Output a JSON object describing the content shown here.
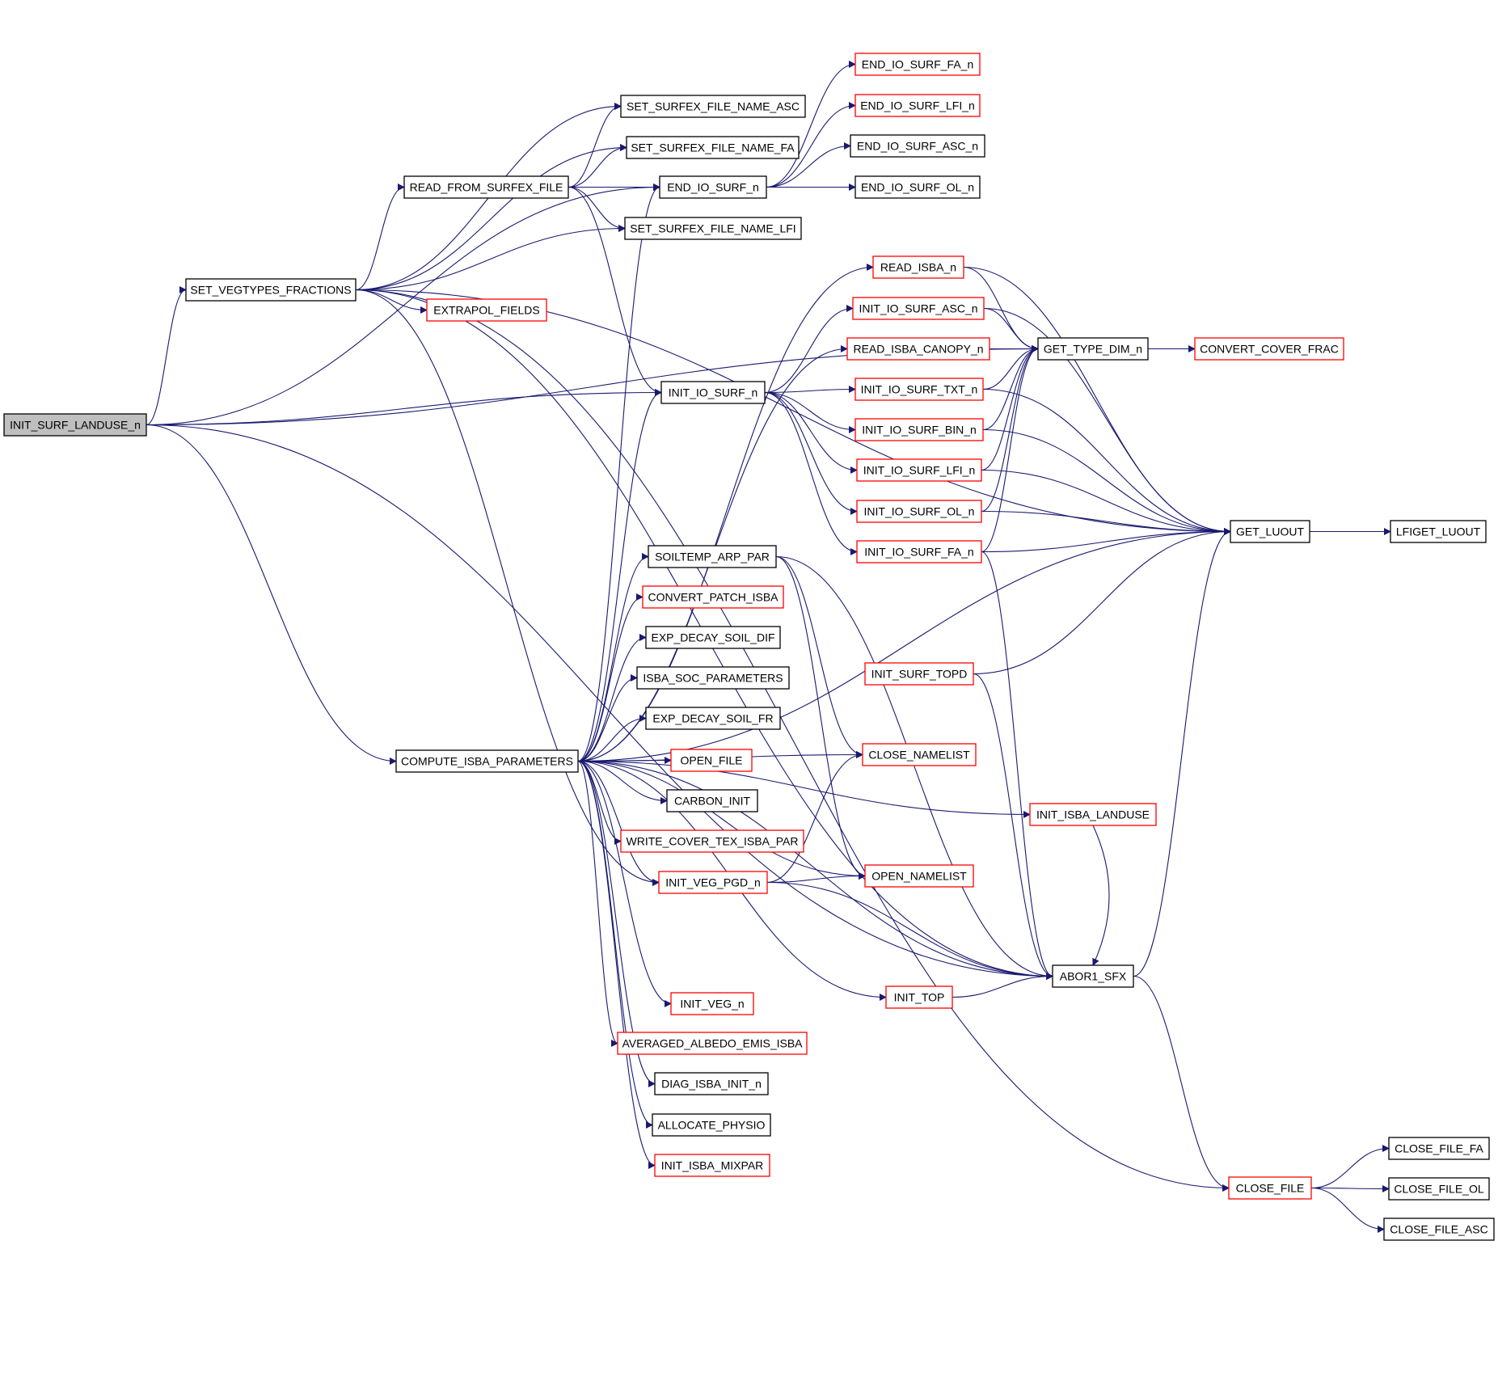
{
  "colors": {
    "edge": "#191970",
    "node_border_documented": "#000000",
    "node_border_undocumented": "#ff0000",
    "root_fill": "#bfbfbf",
    "node_fill": "#ffffff"
  },
  "root": "INIT_SURF_LANDUSE_n",
  "nodes": {
    "init_surf_landuse": {
      "label": "INIT_SURF_LANDUSE_n",
      "border": "black",
      "root": true
    },
    "set_vegtypes": {
      "label": "SET_VEGTYPES_FRACTIONS",
      "border": "black"
    },
    "compute_isba": {
      "label": "COMPUTE_ISBA_PARAMETERS",
      "border": "black"
    },
    "read_from_surfex": {
      "label": "READ_FROM_SURFEX_FILE",
      "border": "black"
    },
    "extrapol": {
      "label": "EXTRAPOL_FIELDS",
      "border": "red"
    },
    "set_name_asc": {
      "label": "SET_SURFEX_FILE_NAME_ASC",
      "border": "black"
    },
    "set_name_fa": {
      "label": "SET_SURFEX_FILE_NAME_FA",
      "border": "black"
    },
    "end_io": {
      "label": "END_IO_SURF_n",
      "border": "black"
    },
    "set_name_lfi": {
      "label": "SET_SURFEX_FILE_NAME_LFI",
      "border": "black"
    },
    "init_io": {
      "label": "INIT_IO_SURF_n",
      "border": "black"
    },
    "soiltemp": {
      "label": "SOILTEMP_ARP_PAR",
      "border": "black"
    },
    "convert_patch": {
      "label": "CONVERT_PATCH_ISBA",
      "border": "red"
    },
    "exp_decay_dif": {
      "label": "EXP_DECAY_SOIL_DIF",
      "border": "black"
    },
    "isba_soc": {
      "label": "ISBA_SOC_PARAMETERS",
      "border": "black"
    },
    "exp_decay_fr": {
      "label": "EXP_DECAY_SOIL_FR",
      "border": "black"
    },
    "open_file": {
      "label": "OPEN_FILE",
      "border": "red"
    },
    "carbon_init": {
      "label": "CARBON_INIT",
      "border": "black"
    },
    "write_cover": {
      "label": "WRITE_COVER_TEX_ISBA_PAR",
      "border": "red"
    },
    "init_veg_pgd": {
      "label": "INIT_VEG_PGD_n",
      "border": "red"
    },
    "init_veg": {
      "label": "INIT_VEG_n",
      "border": "red"
    },
    "averaged_albedo": {
      "label": "AVERAGED_ALBEDO_EMIS_ISBA",
      "border": "red"
    },
    "diag_isba": {
      "label": "DIAG_ISBA_INIT_n",
      "border": "black"
    },
    "allocate_physio": {
      "label": "ALLOCATE_PHYSIO",
      "border": "black"
    },
    "init_isba_mixpar": {
      "label": "INIT_ISBA_MIXPAR",
      "border": "red"
    },
    "end_fa": {
      "label": "END_IO_SURF_FA_n",
      "border": "red"
    },
    "end_lfi": {
      "label": "END_IO_SURF_LFI_n",
      "border": "red"
    },
    "end_asc": {
      "label": "END_IO_SURF_ASC_n",
      "border": "black"
    },
    "end_ol": {
      "label": "END_IO_SURF_OL_n",
      "border": "black"
    },
    "read_isba": {
      "label": "READ_ISBA_n",
      "border": "red"
    },
    "init_asc": {
      "label": "INIT_IO_SURF_ASC_n",
      "border": "red"
    },
    "read_canopy": {
      "label": "READ_ISBA_CANOPY_n",
      "border": "red"
    },
    "init_txt": {
      "label": "INIT_IO_SURF_TXT_n",
      "border": "red"
    },
    "init_bin": {
      "label": "INIT_IO_SURF_BIN_n",
      "border": "red"
    },
    "init_lfi": {
      "label": "INIT_IO_SURF_LFI_n",
      "border": "red"
    },
    "init_ol": {
      "label": "INIT_IO_SURF_OL_n",
      "border": "red"
    },
    "init_fa": {
      "label": "INIT_IO_SURF_FA_n",
      "border": "red"
    },
    "init_topd": {
      "label": "INIT_SURF_TOPD",
      "border": "red"
    },
    "close_namelist": {
      "label": "CLOSE_NAMELIST",
      "border": "red"
    },
    "open_namelist": {
      "label": "OPEN_NAMELIST",
      "border": "red"
    },
    "init_top": {
      "label": "INIT_TOP",
      "border": "red"
    },
    "get_type_dim": {
      "label": "GET_TYPE_DIM_n",
      "border": "black"
    },
    "init_isba_landuse": {
      "label": "INIT_ISBA_LANDUSE",
      "border": "red"
    },
    "abor1": {
      "label": "ABOR1_SFX",
      "border": "black"
    },
    "convert_cover": {
      "label": "CONVERT_COVER_FRAC",
      "border": "red"
    },
    "get_luout": {
      "label": "GET_LUOUT",
      "border": "black"
    },
    "close_file": {
      "label": "CLOSE_FILE",
      "border": "red"
    },
    "lfiget_luout": {
      "label": "LFIGET_LUOUT",
      "border": "black"
    },
    "close_fa": {
      "label": "CLOSE_FILE_FA",
      "border": "black"
    },
    "close_ol": {
      "label": "CLOSE_FILE_OL",
      "border": "black"
    },
    "close_asc": {
      "label": "CLOSE_FILE_ASC",
      "border": "black"
    }
  },
  "edges": [
    [
      "init_surf_landuse",
      "set_vegtypes"
    ],
    [
      "init_surf_landuse",
      "compute_isba"
    ],
    [
      "init_surf_landuse",
      "init_io"
    ],
    [
      "init_surf_landuse",
      "end_io"
    ],
    [
      "init_surf_landuse",
      "get_type_dim"
    ],
    [
      "init_surf_landuse",
      "abor1"
    ],
    [
      "set_vegtypes",
      "read_from_surfex"
    ],
    [
      "set_vegtypes",
      "set_name_asc"
    ],
    [
      "set_vegtypes",
      "set_name_fa"
    ],
    [
      "set_vegtypes",
      "set_name_lfi"
    ],
    [
      "set_vegtypes",
      "extrapol"
    ],
    [
      "set_vegtypes",
      "get_luout"
    ],
    [
      "set_vegtypes",
      "abor1"
    ],
    [
      "set_vegtypes",
      "close_file"
    ],
    [
      "set_vegtypes",
      "init_veg_pgd"
    ],
    [
      "read_from_surfex",
      "set_name_asc"
    ],
    [
      "read_from_surfex",
      "set_name_fa"
    ],
    [
      "read_from_surfex",
      "end_io"
    ],
    [
      "read_from_surfex",
      "set_name_lfi"
    ],
    [
      "read_from_surfex",
      "init_io"
    ],
    [
      "end_io",
      "end_fa"
    ],
    [
      "end_io",
      "end_lfi"
    ],
    [
      "end_io",
      "end_asc"
    ],
    [
      "end_io",
      "end_ol"
    ],
    [
      "init_io",
      "init_asc"
    ],
    [
      "init_io",
      "init_txt"
    ],
    [
      "init_io",
      "init_bin"
    ],
    [
      "init_io",
      "init_lfi"
    ],
    [
      "init_io",
      "init_ol"
    ],
    [
      "init_io",
      "init_fa"
    ],
    [
      "compute_isba",
      "end_io"
    ],
    [
      "compute_isba",
      "init_io"
    ],
    [
      "compute_isba",
      "read_isba"
    ],
    [
      "compute_isba",
      "read_canopy"
    ],
    [
      "compute_isba",
      "soiltemp"
    ],
    [
      "compute_isba",
      "convert_patch"
    ],
    [
      "compute_isba",
      "exp_decay_dif"
    ],
    [
      "compute_isba",
      "isba_soc"
    ],
    [
      "compute_isba",
      "exp_decay_fr"
    ],
    [
      "compute_isba",
      "open_file"
    ],
    [
      "compute_isba",
      "carbon_init"
    ],
    [
      "compute_isba",
      "write_cover"
    ],
    [
      "compute_isba",
      "init_veg_pgd"
    ],
    [
      "compute_isba",
      "init_veg"
    ],
    [
      "compute_isba",
      "averaged_albedo"
    ],
    [
      "compute_isba",
      "diag_isba"
    ],
    [
      "compute_isba",
      "allocate_physio"
    ],
    [
      "compute_isba",
      "init_isba_mixpar"
    ],
    [
      "compute_isba",
      "init_top"
    ],
    [
      "compute_isba",
      "init_isba_landuse"
    ],
    [
      "compute_isba",
      "get_luout"
    ],
    [
      "compute_isba",
      "close_namelist"
    ],
    [
      "compute_isba",
      "abor1"
    ],
    [
      "compute_isba",
      "open_namelist"
    ],
    [
      "soiltemp",
      "close_namelist"
    ],
    [
      "soiltemp",
      "open_namelist"
    ],
    [
      "soiltemp",
      "abor1"
    ],
    [
      "init_veg_pgd",
      "close_namelist"
    ],
    [
      "init_veg_pgd",
      "open_namelist"
    ],
    [
      "init_veg_pgd",
      "abor1"
    ],
    [
      "init_top",
      "abor1"
    ],
    [
      "read_isba",
      "get_type_dim"
    ],
    [
      "read_isba",
      "get_luout"
    ],
    [
      "init_asc",
      "get_type_dim"
    ],
    [
      "init_asc",
      "get_luout"
    ],
    [
      "read_canopy",
      "get_type_dim"
    ],
    [
      "init_txt",
      "get_type_dim"
    ],
    [
      "init_txt",
      "get_luout"
    ],
    [
      "init_bin",
      "get_type_dim"
    ],
    [
      "init_bin",
      "get_luout"
    ],
    [
      "init_lfi",
      "get_type_dim"
    ],
    [
      "init_lfi",
      "get_luout"
    ],
    [
      "init_ol",
      "get_type_dim"
    ],
    [
      "init_ol",
      "get_luout"
    ],
    [
      "init_fa",
      "get_type_dim"
    ],
    [
      "init_fa",
      "get_luout"
    ],
    [
      "init_fa",
      "abor1"
    ],
    [
      "init_topd",
      "get_luout"
    ],
    [
      "init_topd",
      "abor1"
    ],
    [
      "get_type_dim",
      "convert_cover"
    ],
    [
      "init_isba_landuse",
      "abor1"
    ],
    [
      "abor1",
      "get_luout"
    ],
    [
      "abor1",
      "close_file"
    ],
    [
      "get_luout",
      "lfiget_luout"
    ],
    [
      "close_file",
      "close_fa"
    ],
    [
      "close_file",
      "close_ol"
    ],
    [
      "close_file",
      "close_asc"
    ]
  ]
}
